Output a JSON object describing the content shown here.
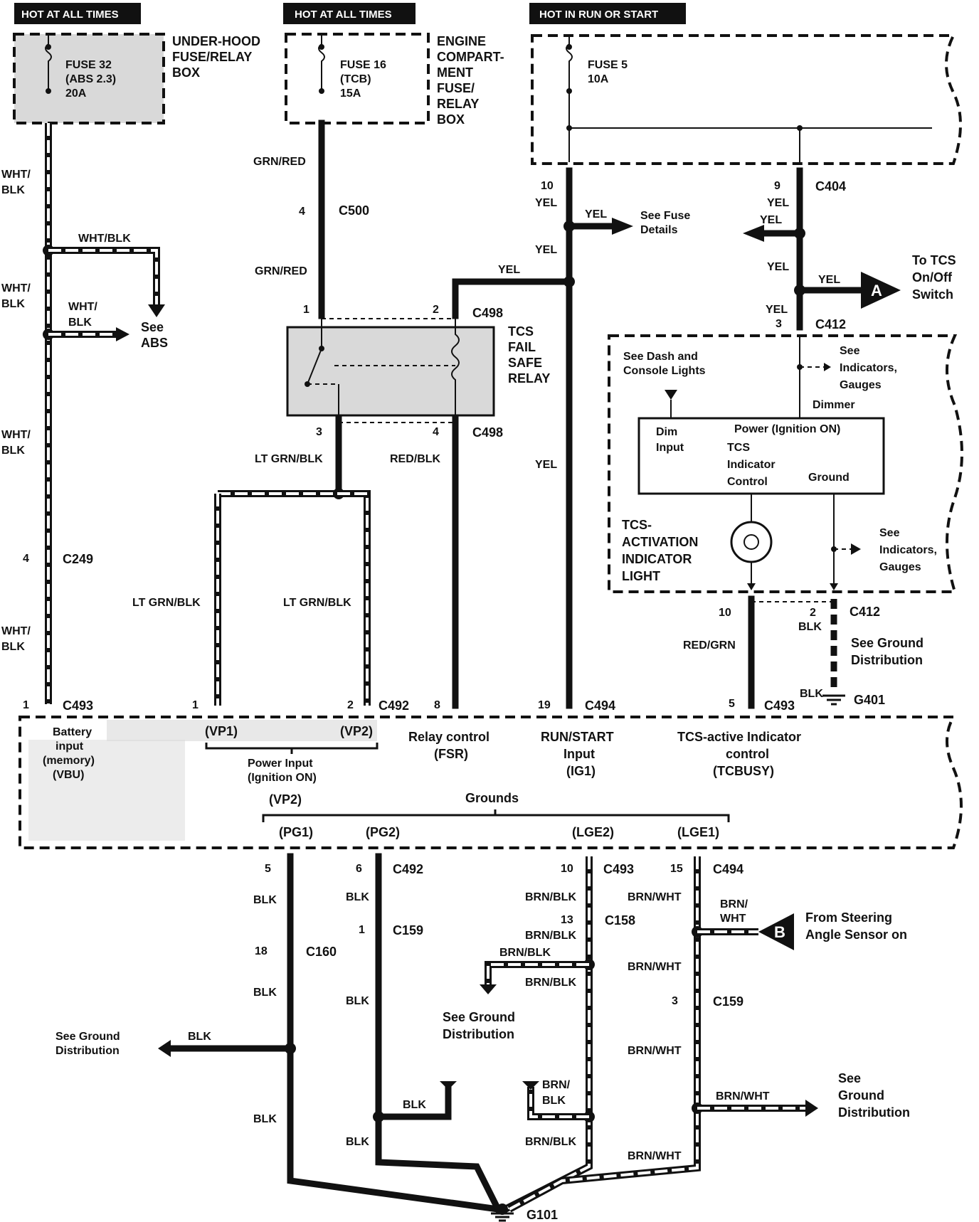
{
  "headers": {
    "h1": "HOT AT ALL TIMES",
    "h2": "HOT AT ALL TIMES",
    "h3": "HOT IN RUN OR START"
  },
  "fuse32": {
    "name": "FUSE 32",
    "sub": "(ABS 2.3)",
    "amp": "20A"
  },
  "fuse16": {
    "name": "FUSE 16",
    "sub": "(TCB)",
    "amp": "15A"
  },
  "fuse5": {
    "name": "FUSE 5",
    "amp": "10A"
  },
  "underhood": [
    "UNDER-HOOD",
    "FUSE/RELAY",
    "BOX"
  ],
  "enginebox": [
    "ENGINE",
    "COMPART-",
    "MENT",
    "FUSE/",
    "RELAY",
    "BOX"
  ],
  "relay": [
    "TCS",
    "FAIL",
    "SAFE",
    "RELAY"
  ],
  "wires": {
    "whtblk": "WHT/",
    "blk": "BLK",
    "whtblk_full": "WHT/BLK",
    "grnred": "GRN/RED",
    "yel": "YEL",
    "ltgrnblk": "LT GRN/BLK",
    "redblk": "RED/BLK",
    "redgrn": "RED/GRN",
    "brnblk": "BRN/BLK",
    "brnwht": "BRN/WHT",
    "brn": "BRN/",
    "wht": "WHT"
  },
  "connectors": {
    "c500": "C500",
    "c498": "C498",
    "c404": "C404",
    "c412": "C412",
    "c249": "C249",
    "c493": "C493",
    "c492": "C492",
    "c494": "C494",
    "c159": "C159",
    "c160": "C160",
    "c158": "C158",
    "g401": "G401",
    "g101": "G101"
  },
  "pins": {
    "p4": "4",
    "p1": "1",
    "p2": "2",
    "p3": "3",
    "p10": "10",
    "p9": "9",
    "p8": "8",
    "p19": "19",
    "p5": "5",
    "p6": "6",
    "p13": "13",
    "p15": "15",
    "p18": "18"
  },
  "notes": {
    "see_fuse": [
      "See Fuse",
      "Details"
    ],
    "see_abs": [
      "See",
      "ABS"
    ],
    "to_tcs": [
      "To TCS",
      "On/Off",
      "Switch"
    ],
    "see_dash": [
      "See Dash and",
      "Console Lights"
    ],
    "see_ind1": [
      "See",
      "Indicators,",
      "Gauges"
    ],
    "dimmer": "Dimmer",
    "see_ind2": [
      "See",
      "Indicators,",
      "Gauges"
    ],
    "see_ground1": [
      "See Ground",
      "Distribution"
    ],
    "see_ground2": [
      "See Ground",
      "Distribution"
    ],
    "see_ground3": [
      "See Ground",
      "Distribution"
    ],
    "see_ground4": [
      "See",
      "Ground",
      "Distribution"
    ],
    "from_steering": [
      "From Steering",
      "Angle Sensor on"
    ]
  },
  "tcs_module": {
    "dim": [
      "Dim",
      "Input"
    ],
    "power": "Power (Ignition ON)",
    "indicator": [
      "TCS",
      "Indicator",
      "Control"
    ],
    "ground": "Ground"
  },
  "tcs_light": [
    "TCS-",
    "ACTIVATION",
    "INDICATOR",
    "LIGHT"
  ],
  "ecu": {
    "battery": [
      "Battery",
      "input",
      "(memory)",
      "(VBU)"
    ],
    "vp1": "(VP1)",
    "vp2": "(VP2)",
    "power_input": [
      "Power Input",
      "(Ignition ON)"
    ],
    "vp2b": "(VP2)",
    "relay_control": [
      "Relay control",
      "(FSR)"
    ],
    "runstart": [
      "RUN/START",
      "Input",
      "(IG1)"
    ],
    "tcsactive": [
      "TCS-active Indicator",
      "control",
      "(TCBUSY)"
    ],
    "grounds": "Grounds",
    "pg1": "(PG1)",
    "pg2": "(PG2)",
    "lge2": "(LGE2)",
    "lge1": "(LGE1)"
  },
  "markers": {
    "a": "A",
    "b": "B"
  }
}
